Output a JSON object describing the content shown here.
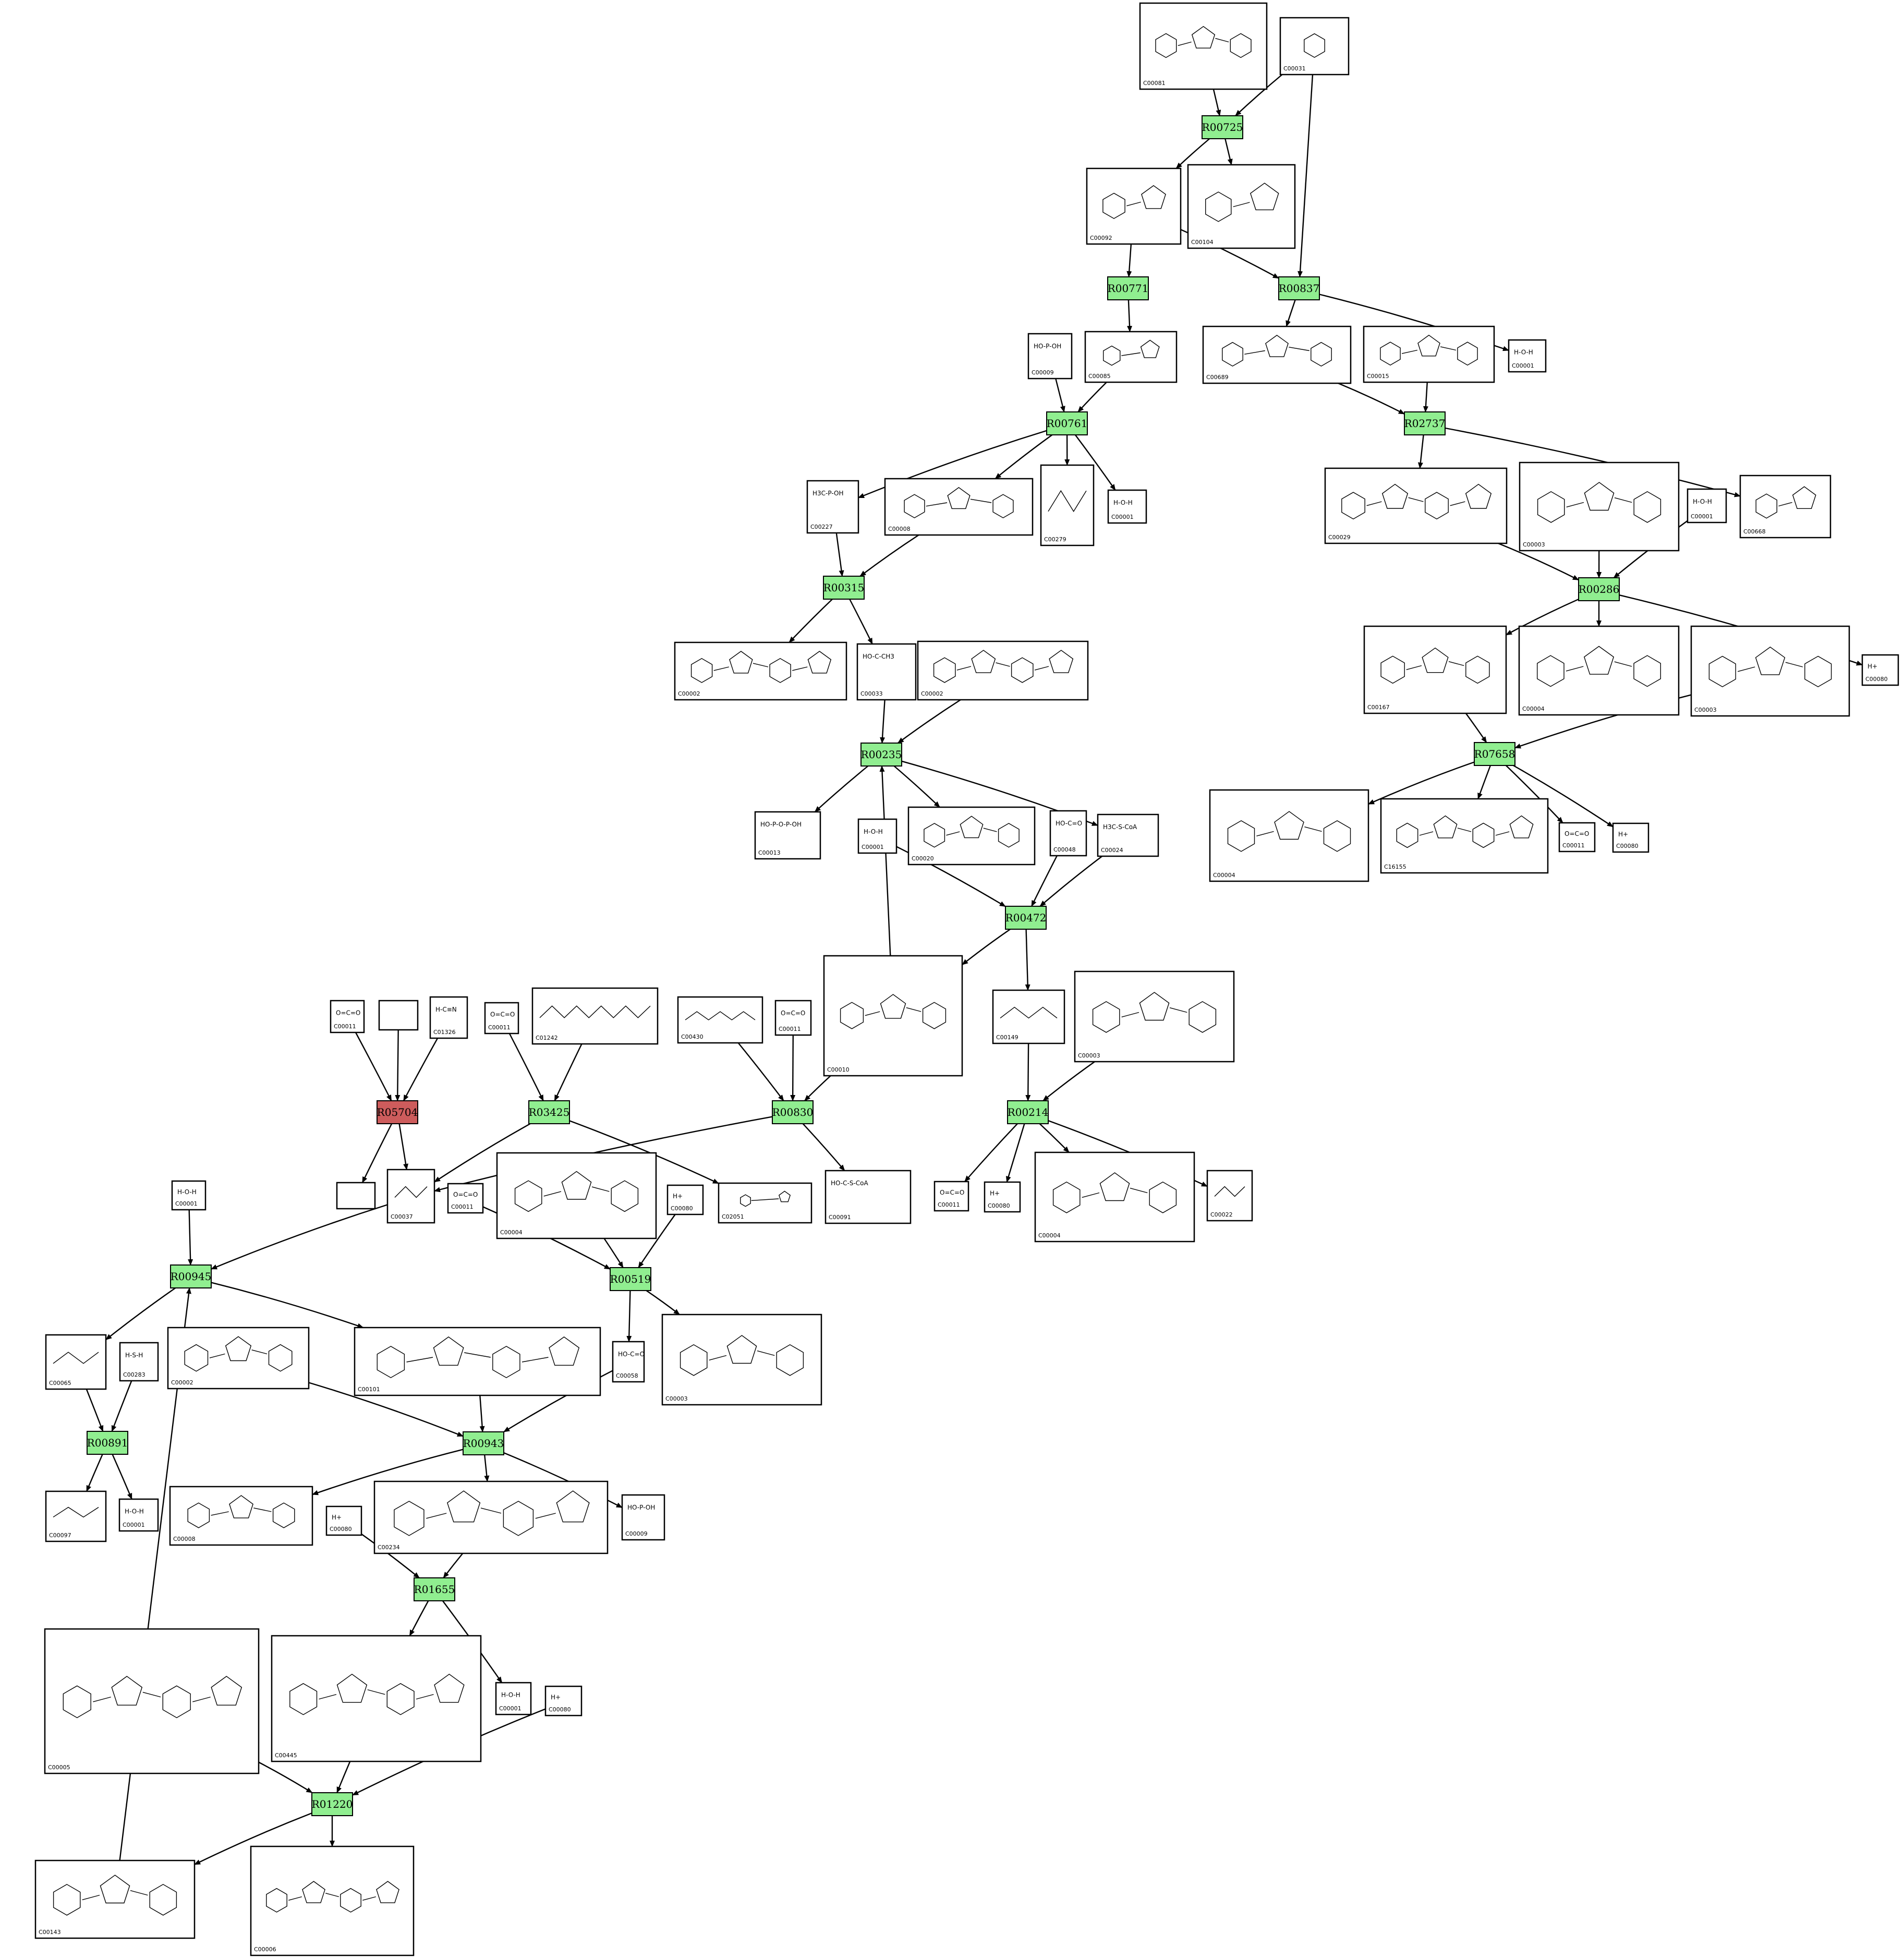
{
  "diagram": {
    "reactions": [
      {
        "id": "R00725",
        "label": "R00725",
        "color": "#90ee90"
      },
      {
        "id": "R00771",
        "label": "R00771",
        "color": "#90ee90"
      },
      {
        "id": "R00837",
        "label": "R00837",
        "color": "#90ee90"
      },
      {
        "id": "R00761",
        "label": "R00761",
        "color": "#90ee90"
      },
      {
        "id": "R02737",
        "label": "R02737",
        "color": "#90ee90"
      },
      {
        "id": "R00315",
        "label": "R00315",
        "color": "#90ee90"
      },
      {
        "id": "R00286",
        "label": "R00286",
        "color": "#90ee90"
      },
      {
        "id": "R00235",
        "label": "R00235",
        "color": "#90ee90"
      },
      {
        "id": "R07658",
        "label": "R07658",
        "color": "#90ee90"
      },
      {
        "id": "R00472",
        "label": "R00472",
        "color": "#90ee90"
      },
      {
        "id": "R05704",
        "label": "R05704",
        "color": "#cd5c5c"
      },
      {
        "id": "R03425",
        "label": "R03425",
        "color": "#90ee90"
      },
      {
        "id": "R00830",
        "label": "R00830",
        "color": "#90ee90"
      },
      {
        "id": "R00214",
        "label": "R00214",
        "color": "#90ee90"
      },
      {
        "id": "R00945",
        "label": "R00945",
        "color": "#90ee90"
      },
      {
        "id": "R00519",
        "label": "R00519",
        "color": "#90ee90"
      },
      {
        "id": "R00891",
        "label": "R00891",
        "color": "#90ee90"
      },
      {
        "id": "R00943",
        "label": "R00943",
        "color": "#90ee90"
      },
      {
        "id": "R01655",
        "label": "R01655",
        "color": "#90ee90"
      },
      {
        "id": "R01220",
        "label": "R01220",
        "color": "#90ee90"
      }
    ],
    "compounds": [
      {
        "id": "n1",
        "label": "C00081",
        "glyph": "ring"
      },
      {
        "id": "n2",
        "label": "C00031",
        "glyph": "ring"
      },
      {
        "id": "n3",
        "label": "C00092",
        "glyph": "ring"
      },
      {
        "id": "n4",
        "label": "C00104",
        "glyph": "ring"
      },
      {
        "id": "n5",
        "label": "C00009",
        "glyph": "text",
        "glyph_text": "HO-P-OH"
      },
      {
        "id": "n6",
        "label": "C00085",
        "glyph": "ring"
      },
      {
        "id": "n7",
        "label": "C00689",
        "glyph": "ring"
      },
      {
        "id": "n8",
        "label": "C00015",
        "glyph": "ring"
      },
      {
        "id": "n9",
        "label": "C00001",
        "glyph": "text",
        "glyph_text": "H-O-H"
      },
      {
        "id": "n10",
        "label": "C00227",
        "glyph": "text",
        "glyph_text": "H3C-P-OH"
      },
      {
        "id": "n11",
        "label": "C00008",
        "glyph": "ring"
      },
      {
        "id": "n12",
        "label": "C00279",
        "glyph": "chain"
      },
      {
        "id": "n13",
        "label": "C00001",
        "glyph": "text",
        "glyph_text": "H-O-H"
      },
      {
        "id": "n14",
        "label": "C00029",
        "glyph": "ring"
      },
      {
        "id": "n15",
        "label": "C00003",
        "glyph": "ring"
      },
      {
        "id": "n16",
        "label": "C00001",
        "glyph": "text",
        "glyph_text": "H-O-H"
      },
      {
        "id": "n17",
        "label": "C00668",
        "glyph": "ring"
      },
      {
        "id": "n18",
        "label": "C00002",
        "glyph": "ring"
      },
      {
        "id": "n19",
        "label": "C00033",
        "glyph": "text",
        "glyph_text": "HO-C-CH3"
      },
      {
        "id": "n20",
        "label": "C00002",
        "glyph": "ring"
      },
      {
        "id": "n21",
        "label": "C00167",
        "glyph": "ring"
      },
      {
        "id": "n22",
        "label": "C00004",
        "glyph": "ring"
      },
      {
        "id": "n23",
        "label": "C00003",
        "glyph": "ring"
      },
      {
        "id": "n24",
        "label": "C00080",
        "glyph": "text",
        "glyph_text": "H+"
      },
      {
        "id": "n25",
        "label": "C00013",
        "glyph": "text",
        "glyph_text": "HO-P-O-P-OH"
      },
      {
        "id": "n26",
        "label": "C00001",
        "glyph": "text",
        "glyph_text": "H-O-H"
      },
      {
        "id": "n27",
        "label": "C00020",
        "glyph": "ring"
      },
      {
        "id": "n28",
        "label": "C00048",
        "glyph": "text",
        "glyph_text": "HO-C=O"
      },
      {
        "id": "n29",
        "label": "C00024",
        "glyph": "text",
        "glyph_text": "H3C-S-CoA"
      },
      {
        "id": "n30",
        "label": "C00004",
        "glyph": "ring"
      },
      {
        "id": "n31",
        "label": "C16155",
        "glyph": "ring"
      },
      {
        "id": "n32",
        "label": "C00011",
        "glyph": "text",
        "glyph_text": "O=C=O"
      },
      {
        "id": "n33",
        "label": "C00080",
        "glyph": "text",
        "glyph_text": "H+"
      },
      {
        "id": "n34",
        "label": "C00011",
        "glyph": "text",
        "glyph_text": "O=C=O"
      },
      {
        "id": "n35",
        "label": "",
        "glyph": "none"
      },
      {
        "id": "n36",
        "label": "C01326",
        "glyph": "text",
        "glyph_text": "H-C≡N"
      },
      {
        "id": "n37",
        "label": "C00011",
        "glyph": "text",
        "glyph_text": "O=C=O"
      },
      {
        "id": "n38",
        "label": "C01242",
        "glyph": "chain"
      },
      {
        "id": "n39",
        "label": "C00430",
        "glyph": "chain"
      },
      {
        "id": "n40",
        "label": "C00011",
        "glyph": "text",
        "glyph_text": "O=C=O"
      },
      {
        "id": "n41",
        "label": "C00010",
        "glyph": "ring"
      },
      {
        "id": "n42",
        "label": "C00149",
        "glyph": "chain"
      },
      {
        "id": "n43",
        "label": "C00003",
        "glyph": "ring"
      },
      {
        "id": "n44",
        "label": "",
        "glyph": "none"
      },
      {
        "id": "n45",
        "label": "C00037",
        "glyph": "chain"
      },
      {
        "id": "n46",
        "label": "C00001",
        "glyph": "text",
        "glyph_text": "H-O-H"
      },
      {
        "id": "n47",
        "label": "C00011",
        "glyph": "text",
        "glyph_text": "O=C=O"
      },
      {
        "id": "n48",
        "label": "C00004",
        "glyph": "ring"
      },
      {
        "id": "n49",
        "label": "C00080",
        "glyph": "text",
        "glyph_text": "H+"
      },
      {
        "id": "n50",
        "label": "C02051",
        "glyph": "ring"
      },
      {
        "id": "n51",
        "label": "C00091",
        "glyph": "text",
        "glyph_text": "HO-C-S-CoA"
      },
      {
        "id": "n52",
        "label": "C00011",
        "glyph": "text",
        "glyph_text": "O=C=O"
      },
      {
        "id": "n53",
        "label": "C00080",
        "glyph": "text",
        "glyph_text": "H+"
      },
      {
        "id": "n54",
        "label": "C00004",
        "glyph": "ring"
      },
      {
        "id": "n55",
        "label": "C00022",
        "glyph": "chain"
      },
      {
        "id": "n56",
        "label": "C00065",
        "glyph": "chain"
      },
      {
        "id": "n57",
        "label": "C00283",
        "glyph": "text",
        "glyph_text": "H-S-H"
      },
      {
        "id": "n58",
        "label": "C00002",
        "glyph": "ring"
      },
      {
        "id": "n59",
        "label": "C00101",
        "glyph": "ring"
      },
      {
        "id": "n60",
        "label": "C00058",
        "glyph": "text",
        "glyph_text": "HO-C=O"
      },
      {
        "id": "n61",
        "label": "C00003",
        "glyph": "ring"
      },
      {
        "id": "n62",
        "label": "C00097",
        "glyph": "chain"
      },
      {
        "id": "n63",
        "label": "C00001",
        "glyph": "text",
        "glyph_text": "H-O-H"
      },
      {
        "id": "n64",
        "label": "C00008",
        "glyph": "ring"
      },
      {
        "id": "n65",
        "label": "C00234",
        "glyph": "ring"
      },
      {
        "id": "n66",
        "label": "C00009",
        "glyph": "text",
        "glyph_text": "HO-P-OH"
      },
      {
        "id": "n67",
        "label": "C00080",
        "glyph": "text",
        "glyph_text": "H+"
      },
      {
        "id": "n68",
        "label": "C00005",
        "glyph": "ring"
      },
      {
        "id": "n69",
        "label": "C00445",
        "glyph": "ring"
      },
      {
        "id": "n70",
        "label": "C00001",
        "glyph": "text",
        "glyph_text": "H-O-H"
      },
      {
        "id": "n71",
        "label": "C00080",
        "glyph": "text",
        "glyph_text": "H+"
      },
      {
        "id": "n72",
        "label": "C00143",
        "glyph": "ring"
      },
      {
        "id": "n73",
        "label": "C00006",
        "glyph": "ring"
      }
    ],
    "edges": [
      [
        "n1",
        "R00725"
      ],
      [
        "n2",
        "R00725"
      ],
      [
        "R00725",
        "n3"
      ],
      [
        "R00725",
        "n4"
      ],
      [
        "n3",
        "R00771"
      ],
      [
        "n3",
        "R00837"
      ],
      [
        "n2",
        "R00837"
      ],
      [
        "R00771",
        "n6"
      ],
      [
        "R00837",
        "n7"
      ],
      [
        "R00837",
        "n9"
      ],
      [
        "n5",
        "R00761"
      ],
      [
        "n6",
        "R00761"
      ],
      [
        "R00761",
        "n10"
      ],
      [
        "R00761",
        "n11"
      ],
      [
        "R00761",
        "n12"
      ],
      [
        "R00761",
        "n13"
      ],
      [
        "n7",
        "R02737"
      ],
      [
        "n8",
        "R02737"
      ],
      [
        "R02737",
        "n14"
      ],
      [
        "R02737",
        "n17"
      ],
      [
        "n10",
        "R00315"
      ],
      [
        "n11",
        "R00315"
      ],
      [
        "R00315",
        "n18"
      ],
      [
        "R00315",
        "n19"
      ],
      [
        "n14",
        "R00286"
      ],
      [
        "n15",
        "R00286"
      ],
      [
        "n16",
        "R00286"
      ],
      [
        "R00286",
        "n21"
      ],
      [
        "R00286",
        "n22"
      ],
      [
        "R00286",
        "n24"
      ],
      [
        "n19",
        "R00235"
      ],
      [
        "n20",
        "R00235"
      ],
      [
        "R00235",
        "n25"
      ],
      [
        "R00235",
        "n27"
      ],
      [
        "R00235",
        "n29"
      ],
      [
        "n21",
        "R07658"
      ],
      [
        "n23",
        "R07658"
      ],
      [
        "R07658",
        "n30"
      ],
      [
        "R07658",
        "n31"
      ],
      [
        "R07658",
        "n32"
      ],
      [
        "R07658",
        "n33"
      ],
      [
        "n26",
        "R00472"
      ],
      [
        "n28",
        "R00472"
      ],
      [
        "n29",
        "R00472"
      ],
      [
        "R00472",
        "n41"
      ],
      [
        "R00472",
        "n42"
      ],
      [
        "n41",
        "R00235"
      ],
      [
        "n34",
        "R05704"
      ],
      [
        "n35",
        "R05704"
      ],
      [
        "n36",
        "R05704"
      ],
      [
        "R05704",
        "n44"
      ],
      [
        "R05704",
        "n45"
      ],
      [
        "n37",
        "R03425"
      ],
      [
        "n38",
        "R03425"
      ],
      [
        "R03425",
        "n45"
      ],
      [
        "R03425",
        "n50"
      ],
      [
        "n39",
        "R00830"
      ],
      [
        "n40",
        "R00830"
      ],
      [
        "n41",
        "R00830"
      ],
      [
        "R00830",
        "n45"
      ],
      [
        "R00830",
        "n51"
      ],
      [
        "n42",
        "R00214"
      ],
      [
        "n43",
        "R00214"
      ],
      [
        "R00214",
        "n52"
      ],
      [
        "R00214",
        "n53"
      ],
      [
        "R00214",
        "n54"
      ],
      [
        "R00214",
        "n55"
      ],
      [
        "n46",
        "R00945"
      ],
      [
        "n45",
        "R00945"
      ],
      [
        "R00945",
        "n56"
      ],
      [
        "R00945",
        "n59"
      ],
      [
        "n47",
        "R00519"
      ],
      [
        "n48",
        "R00519"
      ],
      [
        "n49",
        "R00519"
      ],
      [
        "R00519",
        "n60"
      ],
      [
        "R00519",
        "n61"
      ],
      [
        "n56",
        "R00891"
      ],
      [
        "n57",
        "R00891"
      ],
      [
        "R00891",
        "n62"
      ],
      [
        "R00891",
        "n63"
      ],
      [
        "n58",
        "R00943"
      ],
      [
        "n59",
        "R00943"
      ],
      [
        "n60",
        "R00943"
      ],
      [
        "R00943",
        "n64"
      ],
      [
        "R00943",
        "n65"
      ],
      [
        "R00943",
        "n66"
      ],
      [
        "n67",
        "R01655"
      ],
      [
        "n65",
        "R01655"
      ],
      [
        "R01655",
        "n69"
      ],
      [
        "R01655",
        "n70"
      ],
      [
        "n68",
        "R01220"
      ],
      [
        "n69",
        "R01220"
      ],
      [
        "n71",
        "R01220"
      ],
      [
        "R01220",
        "n72"
      ],
      [
        "R01220",
        "n73"
      ],
      [
        "n72",
        "R00945"
      ]
    ]
  }
}
